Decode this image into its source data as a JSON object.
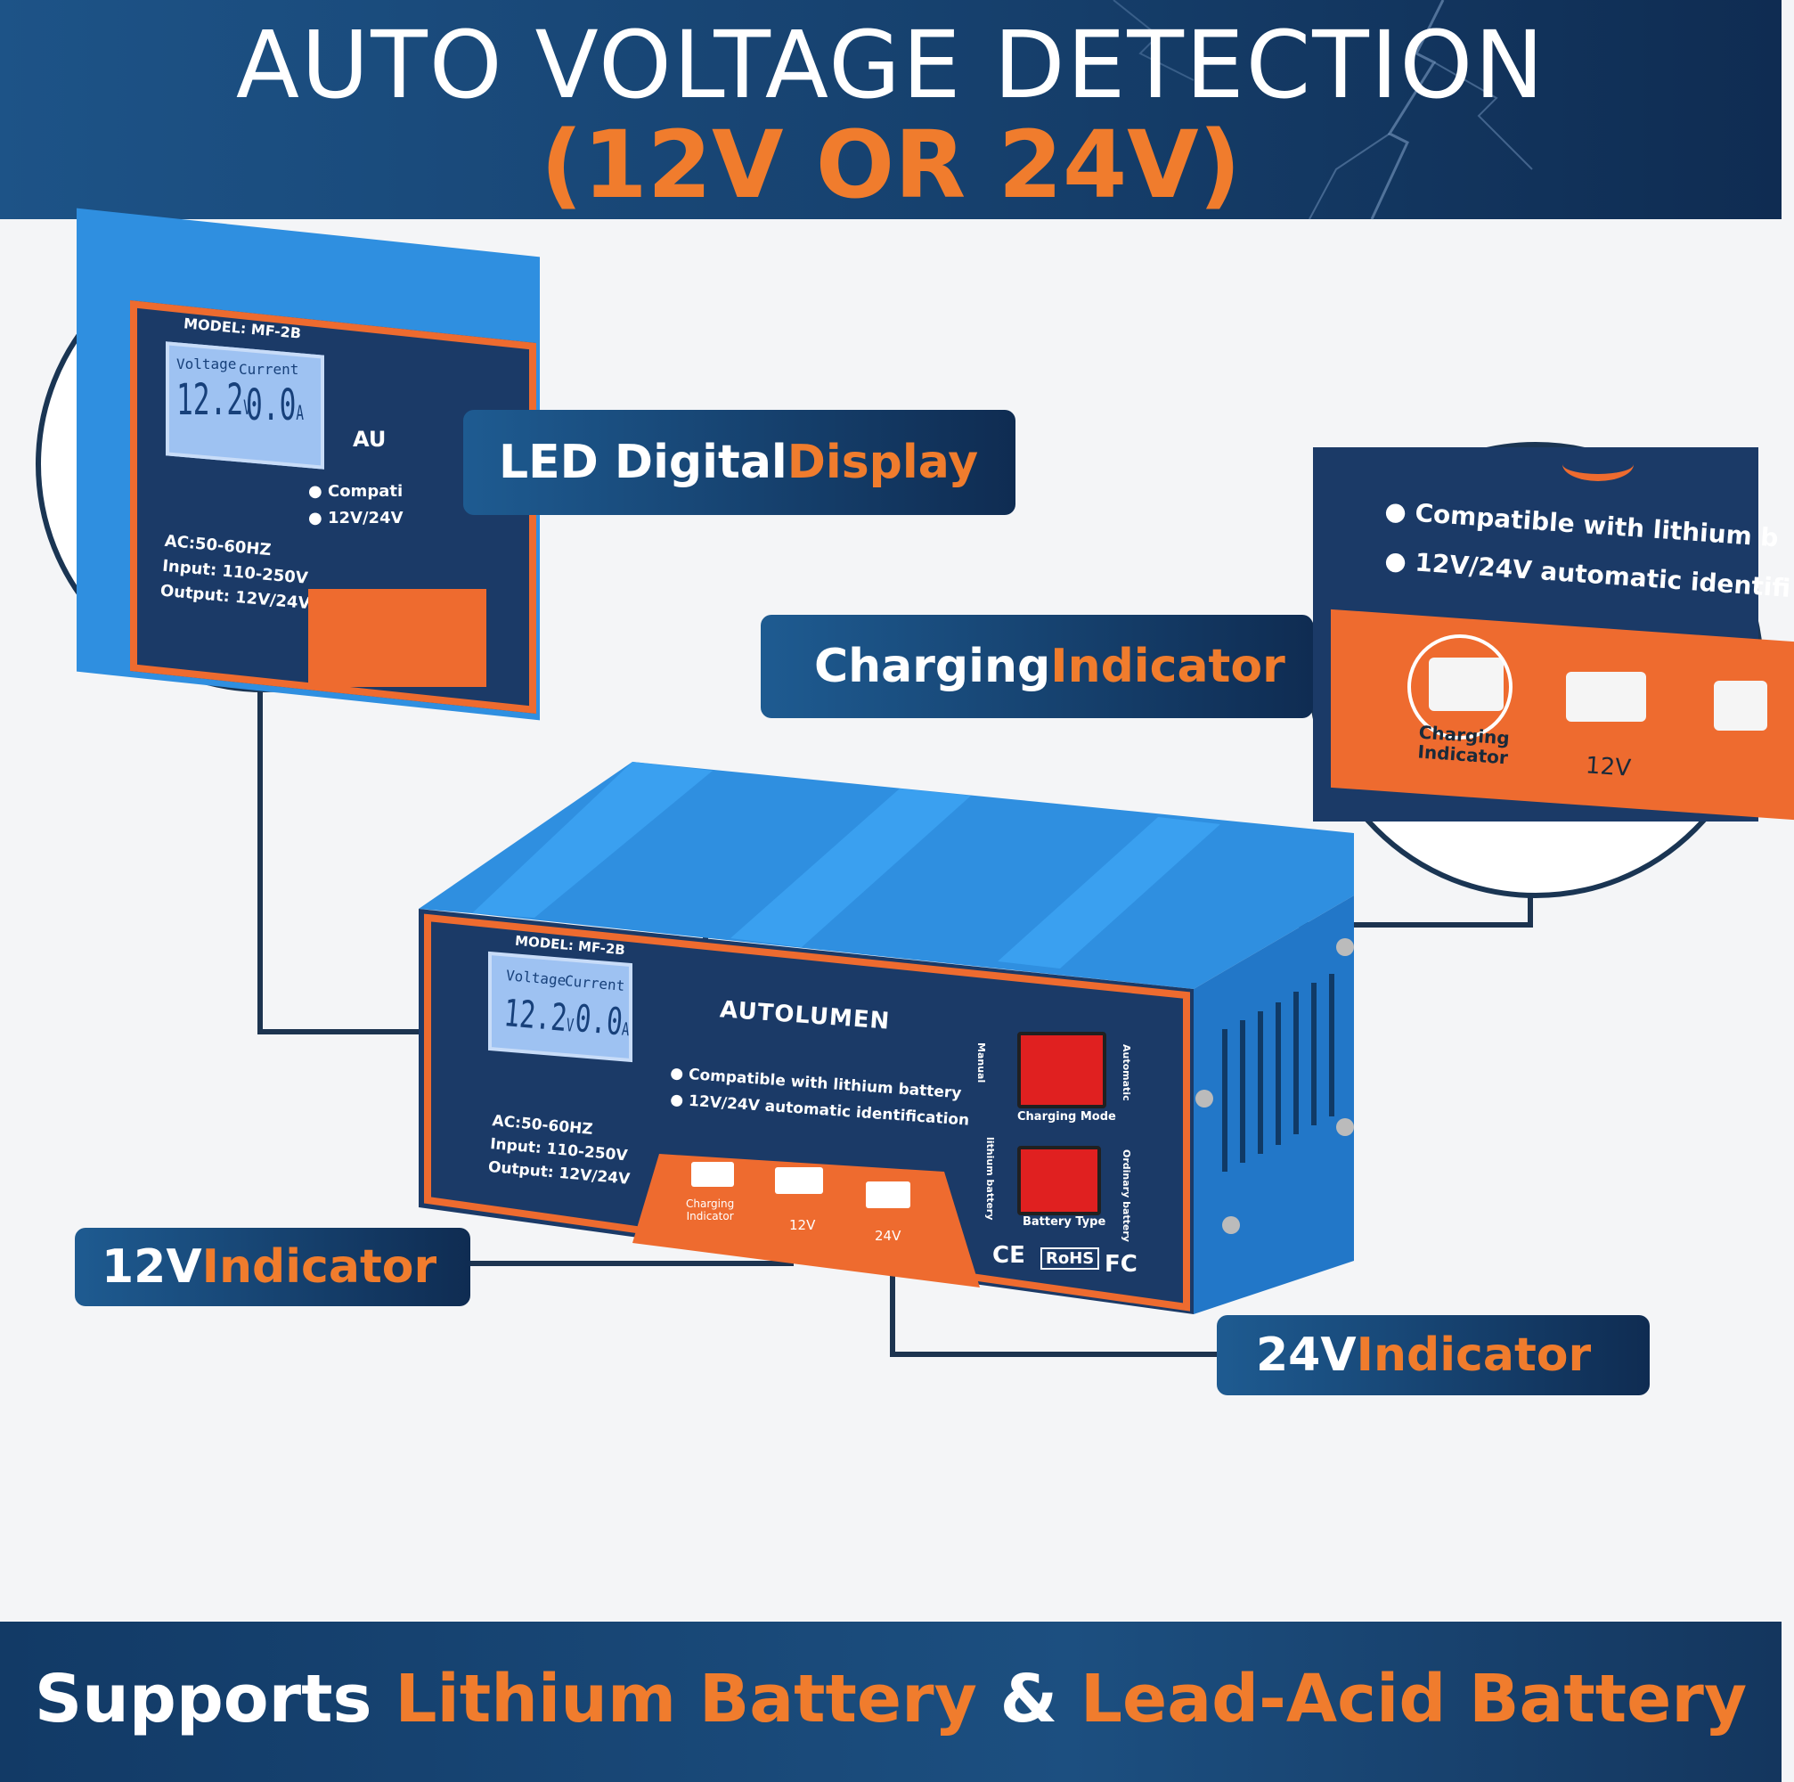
{
  "header": {
    "title_line1": "AUTO VOLTAGE DETECTION",
    "title_line2": "(12V OR 24V)"
  },
  "callouts": {
    "led_display": {
      "part1": "LED Digital ",
      "part2": "Display"
    },
    "charging_indicator": {
      "part1": "Charging ",
      "part2": "Indicator"
    },
    "indicator_12v": {
      "part1": "12V ",
      "part2": "Indicator"
    },
    "indicator_24v": {
      "part1": "24V ",
      "part2": "Indicator"
    }
  },
  "device": {
    "model": "MODEL: MF-2B",
    "lcd_voltage_label": "Voltage",
    "lcd_current_label": "Current",
    "lcd_voltage_value": "12.2",
    "lcd_voltage_unit": "V",
    "lcd_current_value": "0.0",
    "lcd_current_unit": "A",
    "brand": "AUTOLUMEN",
    "spec_ac": "AC:50-60HZ",
    "spec_input": "Input: 110-250V",
    "spec_output": "Output: 12V/24V",
    "feature1": "Compatible with lithium battery",
    "feature2": "12V/24V automatic identification",
    "led_charging_label_l1": "Charging",
    "led_charging_label_l2": "Indicator",
    "led_12v_label": "12V",
    "led_24v_label": "24V",
    "switch_mode_label": "Charging Mode",
    "switch_mode_left": "Manual",
    "switch_mode_right": "Automatic",
    "switch_type_label": "Battery Type",
    "switch_type_left": "lithium battery",
    "switch_type_right": "Ordinary battery",
    "cert_ce": "CE",
    "cert_rohs": "RoHS",
    "cert_fc": "FC"
  },
  "zoom_left": {
    "model": "MODEL: MF-2B",
    "lcd_voltage_label": "Voltage",
    "lcd_current_label": "Current",
    "lcd_voltage_value": "12.2",
    "lcd_voltage_unit": "V",
    "lcd_current_value": "0.0",
    "lcd_current_unit": "A",
    "brand_partial": "AU",
    "feature1_partial": "Compati",
    "feature2_partial": "12V/24V",
    "spec_ac": "AC:50-60HZ",
    "spec_input": "Input: 110-250V",
    "spec_output": "Output: 12V/24V"
  },
  "zoom_right": {
    "feature1_partial": "Compatible with lithium b",
    "feature2_partial": "12V/24V automatic identifi",
    "charging_label_l1": "Charging",
    "charging_label_l2": "Indicator",
    "label_12v": "12V"
  },
  "footer": {
    "part1": "Supports ",
    "part2": "Lithium Battery",
    "part3": " & ",
    "part4": "Lead-Acid Battery"
  },
  "colors": {
    "accent_orange": "#f07c2d",
    "navy": "#0f2c52",
    "device_blue": "#2a8ee0",
    "panel_navy": "#1a3a66",
    "lcd_blue": "#a7c8f5",
    "switch_red": "#e02020"
  }
}
